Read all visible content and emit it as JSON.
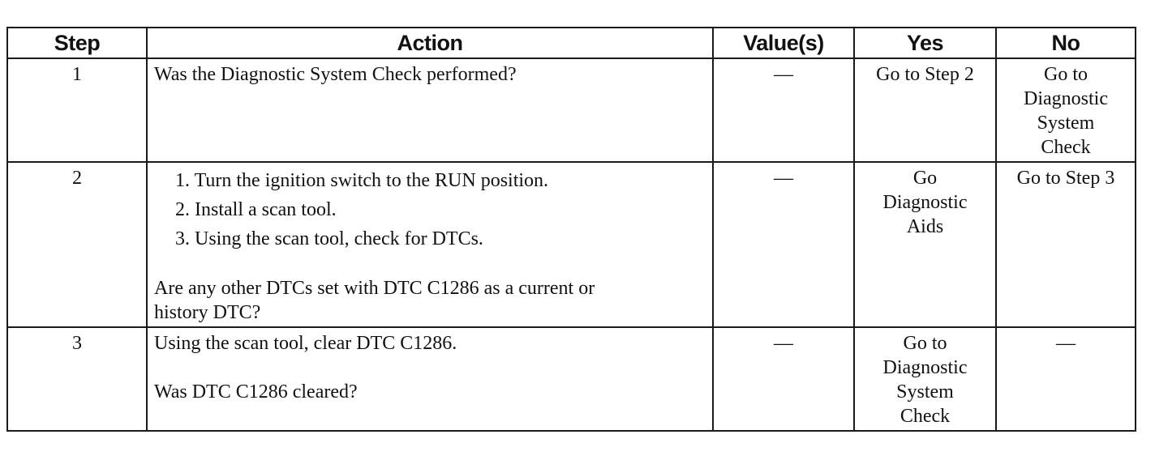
{
  "table": {
    "headers": {
      "step": "Step",
      "action": "Action",
      "values": "Value(s)",
      "yes": "Yes",
      "no": "No"
    },
    "rows": [
      {
        "step": "1",
        "action": {
          "question": "Was the Diagnostic System Check performed?"
        },
        "values": "—",
        "yes": "Go to Step 2",
        "no": [
          "Go to",
          "Diagnostic",
          "System",
          "Check"
        ]
      },
      {
        "step": "2",
        "action": {
          "steps": [
            "1. Turn the ignition switch to the RUN position.",
            "2. Install a scan tool.",
            "3. Using the scan tool, check for DTCs."
          ],
          "question_lines": [
            "Are any other DTCs set with DTC C1286 as a current or",
            "history DTC?"
          ]
        },
        "values": "—",
        "yes": [
          "Go",
          "Diagnostic",
          "Aids"
        ],
        "no": "Go to Step 3"
      },
      {
        "step": "3",
        "action": {
          "instruction": "Using the scan tool, clear DTC C1286.",
          "question": "Was DTC C1286 cleared?"
        },
        "values": "—",
        "yes": [
          "Go to",
          "Diagnostic",
          "System",
          "Check"
        ],
        "no": "—"
      }
    ]
  }
}
